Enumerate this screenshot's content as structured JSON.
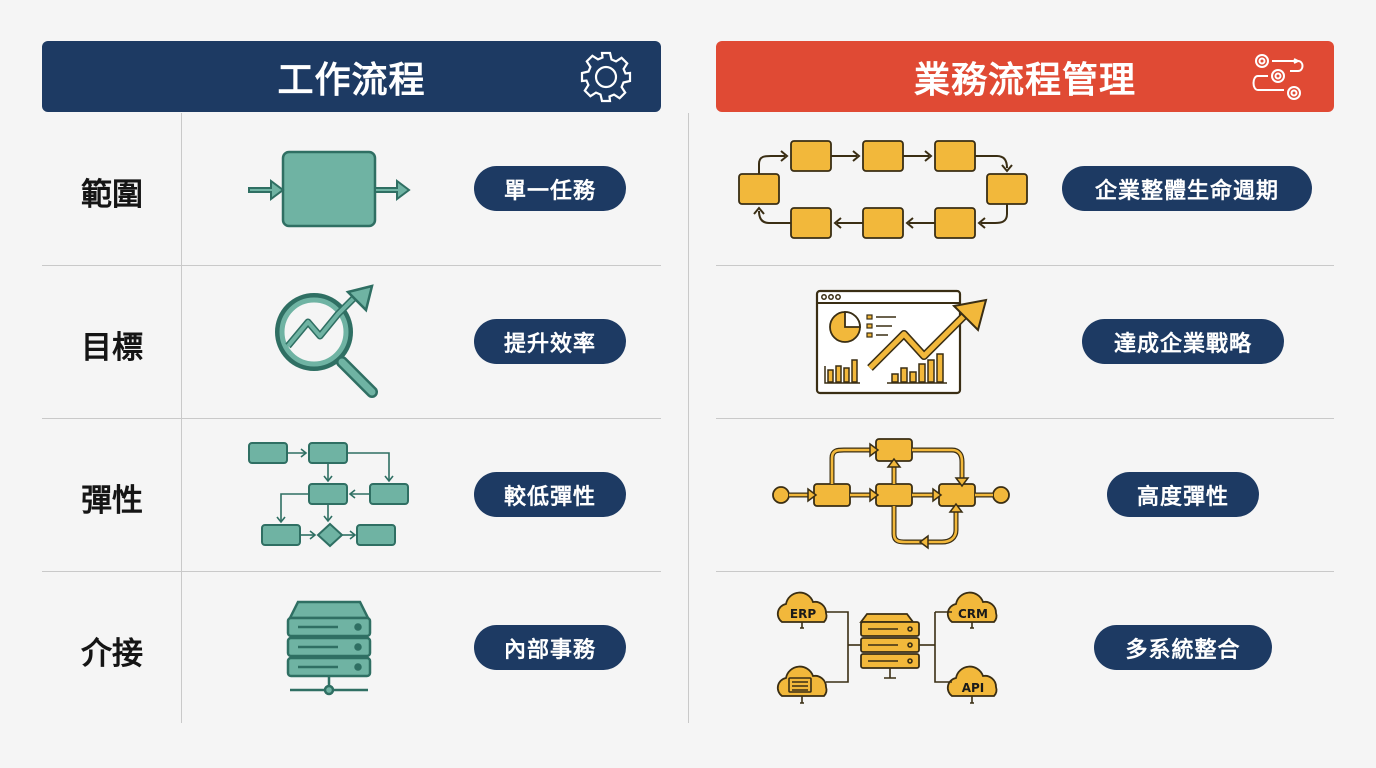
{
  "header_left": {
    "title": "工作流程"
  },
  "header_right": {
    "title": "業務流程管理"
  },
  "rows": [
    {
      "label": "範圍",
      "left_pill": "單一任務",
      "right_pill": "企業整體生命週期"
    },
    {
      "label": "目標",
      "left_pill": "提升效率",
      "right_pill": "達成企業戰略"
    },
    {
      "label": "彈性",
      "left_pill": "較低彈性",
      "right_pill": "高度彈性"
    },
    {
      "label": "介接",
      "left_pill": "內部事務",
      "right_pill": "多系統整合"
    }
  ],
  "integration_nodes": {
    "erp": "ERP",
    "crm": "CRM",
    "api": "API"
  },
  "colors": {
    "navy": "#1d3a63",
    "red": "#e04a34",
    "teal": "#6fb3a3",
    "teal_dark": "#2f6f63",
    "yellow": "#f2b83b",
    "yellow_dark": "#3a2e14"
  }
}
